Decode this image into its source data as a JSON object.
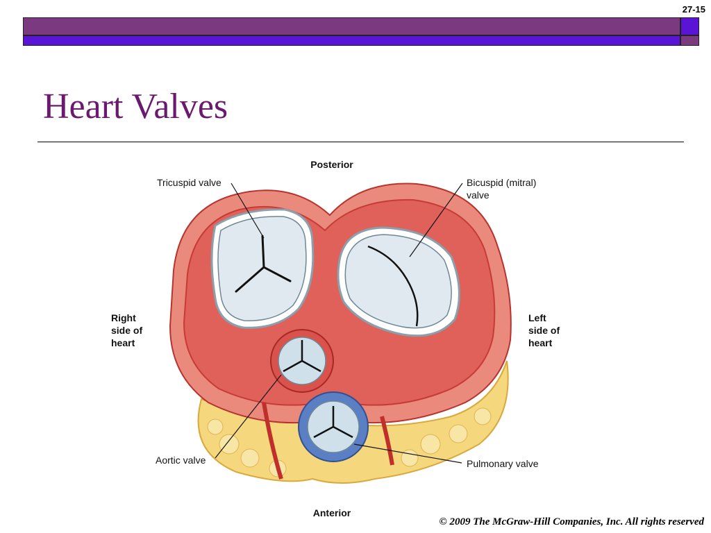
{
  "slide_number": "27-15",
  "title": "Heart Valves",
  "figure": {
    "labels": {
      "posterior": "Posterior",
      "anterior": "Anterior",
      "tricuspid": "Tricuspid valve",
      "bicuspid_line1": "Bicuspid (mitral)",
      "bicuspid_line2": "valve",
      "right_line1": "Right",
      "right_line2": "side of",
      "right_line3": "heart",
      "left_line1": "Left",
      "left_line2": "side of",
      "left_line3": "heart",
      "aortic": "Aortic valve",
      "pulmonary": "Pulmonary valve"
    },
    "colors": {
      "muscle": "#e0615a",
      "muscle_dark": "#c73b36",
      "fat": "#f5d77e",
      "valve": "#dfe9ef",
      "pulmonary_ring": "#5b7fc4"
    }
  },
  "colors": {
    "title": "#6a1a6e",
    "band_purple": "#7b3a80",
    "band_violet": "#5a14d6"
  },
  "copyright": "© 2009 The McGraw-Hill Companies, Inc. All rights reserved"
}
